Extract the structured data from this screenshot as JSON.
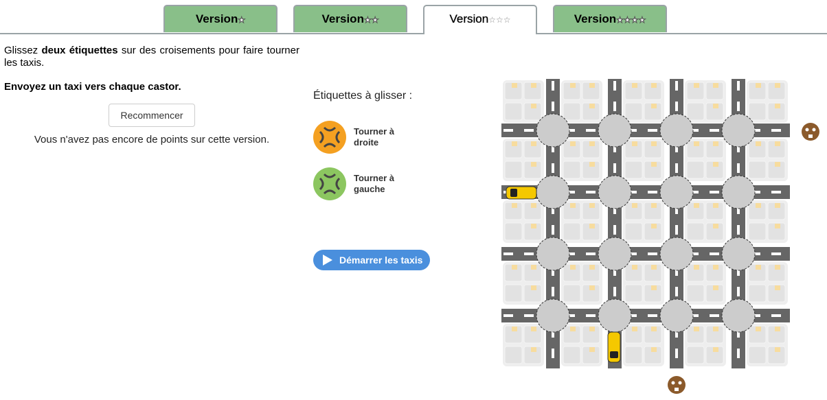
{
  "tabs": [
    {
      "label": "Version",
      "stars": "★",
      "active": false
    },
    {
      "label": "Version",
      "stars": "★★",
      "active": false
    },
    {
      "label": "Version",
      "stars": "☆☆☆",
      "active": true
    },
    {
      "label": "Version",
      "stars": "★★★★",
      "active": false
    }
  ],
  "instructions": {
    "intro_pre": "Glissez ",
    "intro_bold": "deux étiquettes",
    "intro_post": " sur des croisements pour faire tourner les taxis.",
    "goal": "Envoyez un taxi vers chaque castor.",
    "restart": "Recommencer",
    "score_text": "Vous n'avez pas encore de points sur cette version."
  },
  "labels": {
    "title": "Étiquettes à glisser :",
    "items": [
      {
        "text": "Tourner à droite",
        "color": "#f4a021",
        "icon": "turn-right-icon"
      },
      {
        "text": "Tourner à gauche",
        "color": "#8cc660",
        "icon": "turn-left-icon"
      }
    ]
  },
  "start_button": "Démarrer les taxis",
  "colors": {
    "road": "#666666",
    "roundabout": "#cccccc",
    "taxi": "#f5c800",
    "block": "#e2e2e2"
  }
}
